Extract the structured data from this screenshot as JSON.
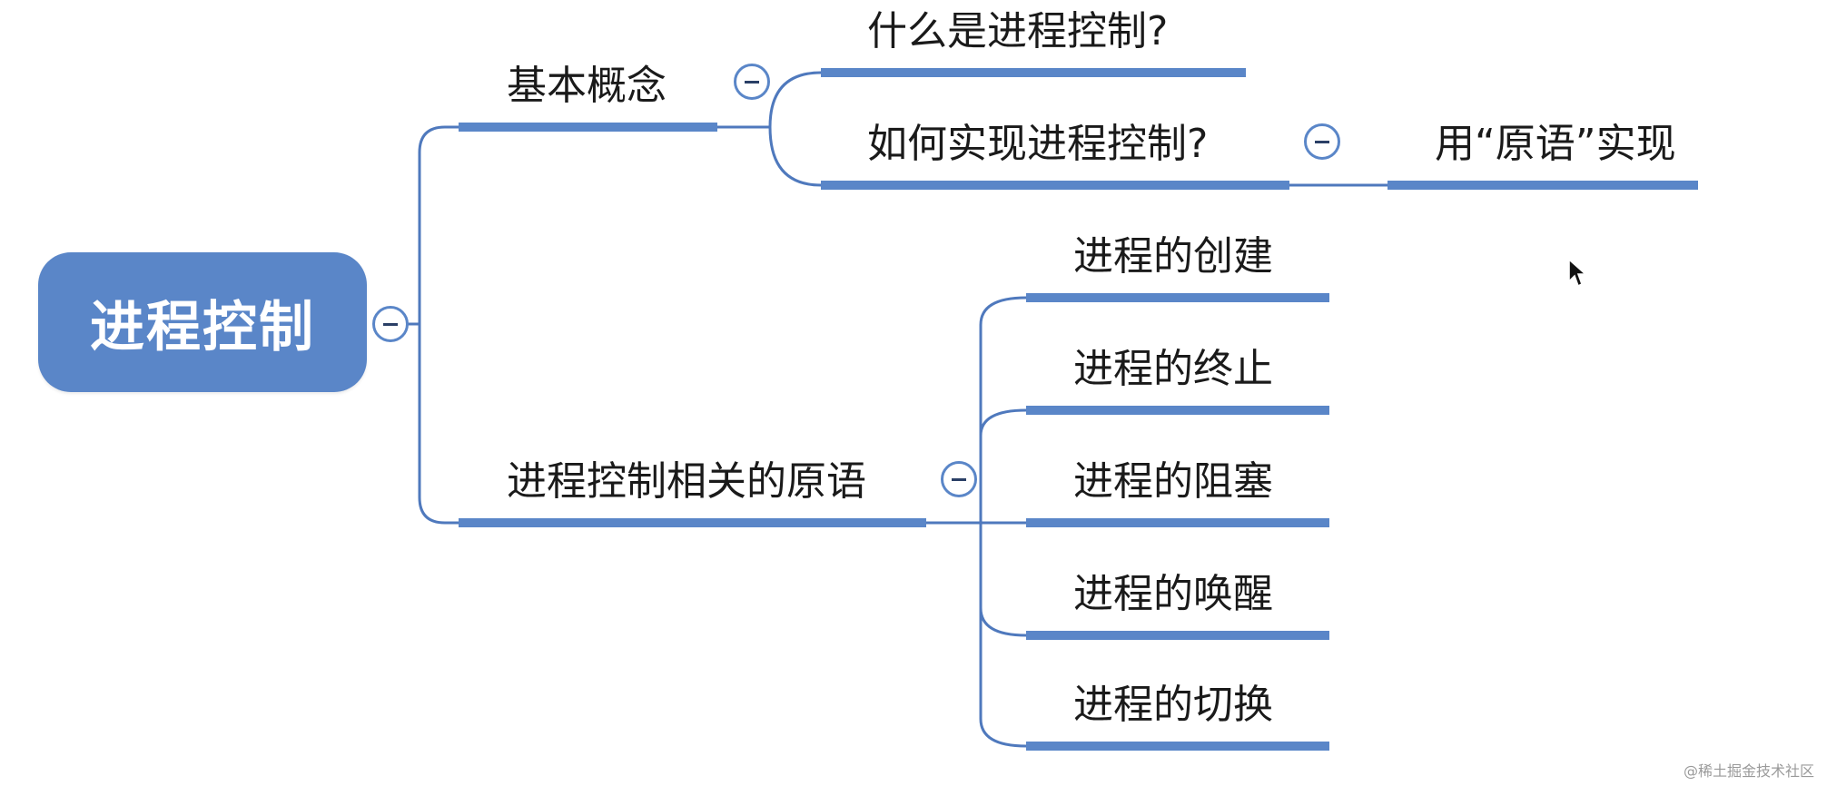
{
  "mindmap": {
    "root": {
      "label": "进程控制",
      "collapse_icon": "minus-circle-icon"
    },
    "branches": [
      {
        "label": "基本概念",
        "collapse_icon": "minus-circle-icon",
        "children": [
          {
            "label": "什么是进程控制?"
          },
          {
            "label": "如何实现进程控制?",
            "collapse_icon": "minus-circle-icon",
            "children": [
              {
                "label": "用“原语”实现"
              }
            ]
          }
        ]
      },
      {
        "label": "进程控制相关的原语",
        "collapse_icon": "minus-circle-icon",
        "children": [
          {
            "label": "进程的创建"
          },
          {
            "label": "进程的终止"
          },
          {
            "label": "进程的阻塞"
          },
          {
            "label": "进程的唤醒"
          },
          {
            "label": "进程的切换"
          }
        ]
      }
    ]
  },
  "colors": {
    "accent": "#5a86c8",
    "connector": "#4f79bd",
    "text": "#1a1a1a",
    "background": "#ffffff"
  },
  "watermark": "@稀土掘金技术社区"
}
